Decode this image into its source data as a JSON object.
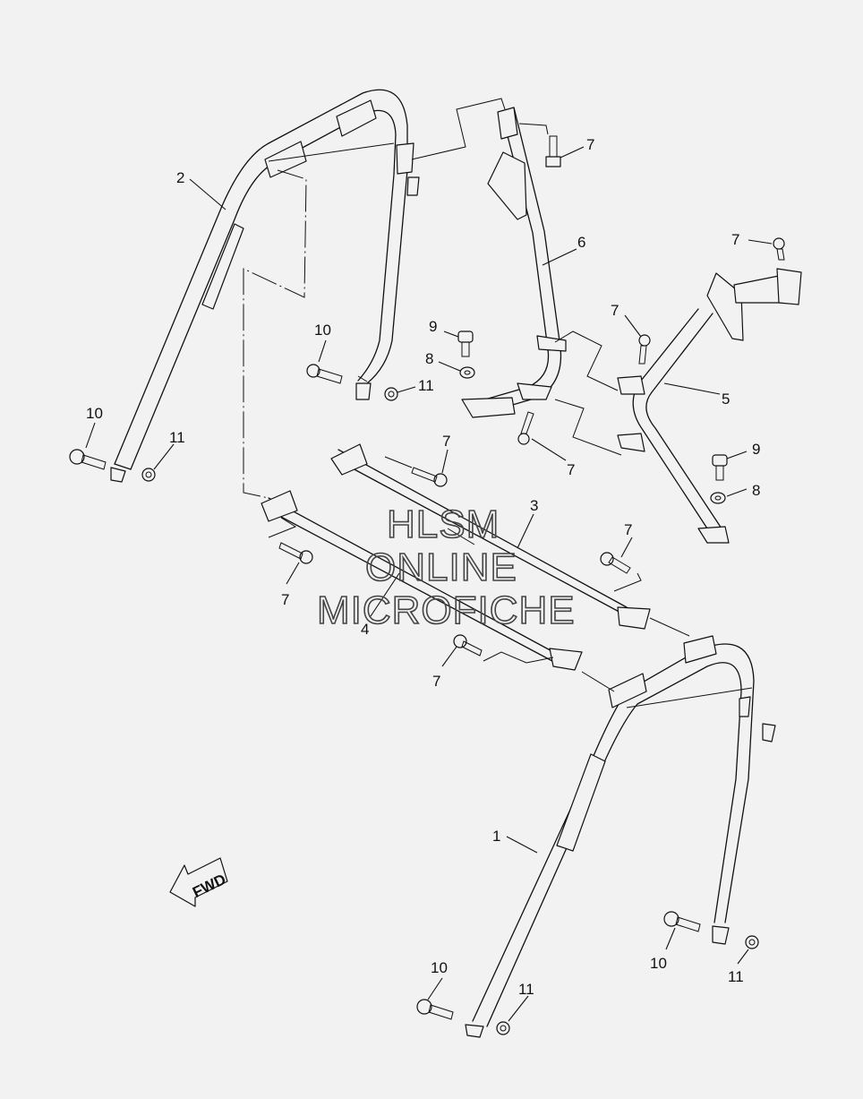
{
  "diagram": {
    "background": "#f2f2f2",
    "line_color": "#111111",
    "callouts": [
      {
        "id": "c2",
        "label": "2"
      },
      {
        "id": "c6",
        "label": "6"
      },
      {
        "id": "c7a",
        "label": "7"
      },
      {
        "id": "c7b",
        "label": "7"
      },
      {
        "id": "c7c",
        "label": "7"
      },
      {
        "id": "c7d",
        "label": "7"
      },
      {
        "id": "c7e",
        "label": "7"
      },
      {
        "id": "c7f",
        "label": "7"
      },
      {
        "id": "c7g",
        "label": "7"
      },
      {
        "id": "c7h",
        "label": "7"
      },
      {
        "id": "c5",
        "label": "5"
      },
      {
        "id": "c9a",
        "label": "9"
      },
      {
        "id": "c8a",
        "label": "8"
      },
      {
        "id": "c9b",
        "label": "9"
      },
      {
        "id": "c8b",
        "label": "8"
      },
      {
        "id": "c10a",
        "label": "10"
      },
      {
        "id": "c11a",
        "label": "11"
      },
      {
        "id": "c10b",
        "label": "10"
      },
      {
        "id": "c11b",
        "label": "11"
      },
      {
        "id": "c3",
        "label": "3"
      },
      {
        "id": "c4",
        "label": "4"
      },
      {
        "id": "c1",
        "label": "1"
      },
      {
        "id": "c10c",
        "label": "10"
      },
      {
        "id": "c11c",
        "label": "11"
      },
      {
        "id": "c10d",
        "label": "10"
      },
      {
        "id": "c11d",
        "label": "11"
      }
    ],
    "fwd_label": "FWD",
    "watermark": [
      "HLSM",
      "ONLINE",
      "MICROFICHE"
    ]
  }
}
